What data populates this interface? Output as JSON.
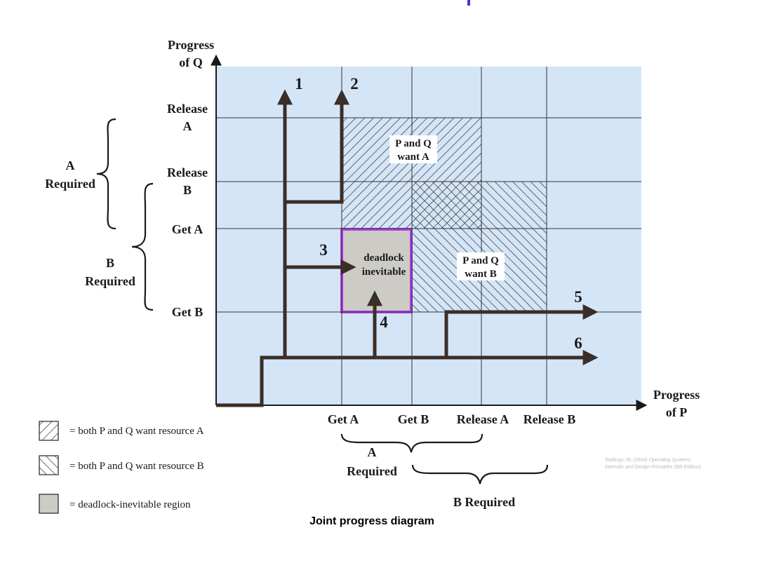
{
  "diagram": {
    "y_axis_label": [
      "Progress",
      "of Q"
    ],
    "x_axis_label": [
      "Progress",
      "of P"
    ],
    "y_ticks": [
      {
        "lines": [
          "Release",
          "A"
        ]
      },
      {
        "lines": [
          "Release",
          "B"
        ]
      },
      {
        "lines": [
          "Get A"
        ]
      },
      {
        "lines": [
          "Get B"
        ]
      }
    ],
    "x_ticks": [
      "Get A",
      "Get B",
      "Release A",
      "Release B"
    ],
    "regions": {
      "pq_want_a": [
        "P and Q",
        "want A"
      ],
      "pq_want_b": [
        "P and Q",
        "want B"
      ],
      "deadlock": [
        "deadlock",
        "inevitable"
      ]
    },
    "paths": [
      "1",
      "2",
      "3",
      "4",
      "5",
      "6"
    ],
    "left_braces": {
      "a_required": [
        "A",
        "Required"
      ],
      "b_required": [
        "B",
        "Required"
      ]
    },
    "bottom_braces": {
      "a_required": [
        "A",
        "Required"
      ],
      "b_required": "B Required"
    },
    "colors": {
      "plot_bg": "#d4e5f7",
      "deadlock_fill": "#cdcbc6",
      "deadlock_border": "#b23ee8",
      "path": "#3a2e28",
      "top_mark": "#3a3adc"
    }
  },
  "legend": [
    {
      "pattern": "hatch-a-icon",
      "text": "= both P and Q want resource A"
    },
    {
      "pattern": "hatch-b-icon",
      "text": "= both P and Q want resource B"
    },
    {
      "pattern": "gray-box-icon",
      "text": "= deadlock-inevitable region"
    }
  ],
  "caption": "Joint progress diagram",
  "citation": {
    "plain": "Stallings, W. (2004) ",
    "italic1": "Operating Systems:",
    "italic2": "Internals and Design Principles (5th Edition)",
    "end": "."
  }
}
